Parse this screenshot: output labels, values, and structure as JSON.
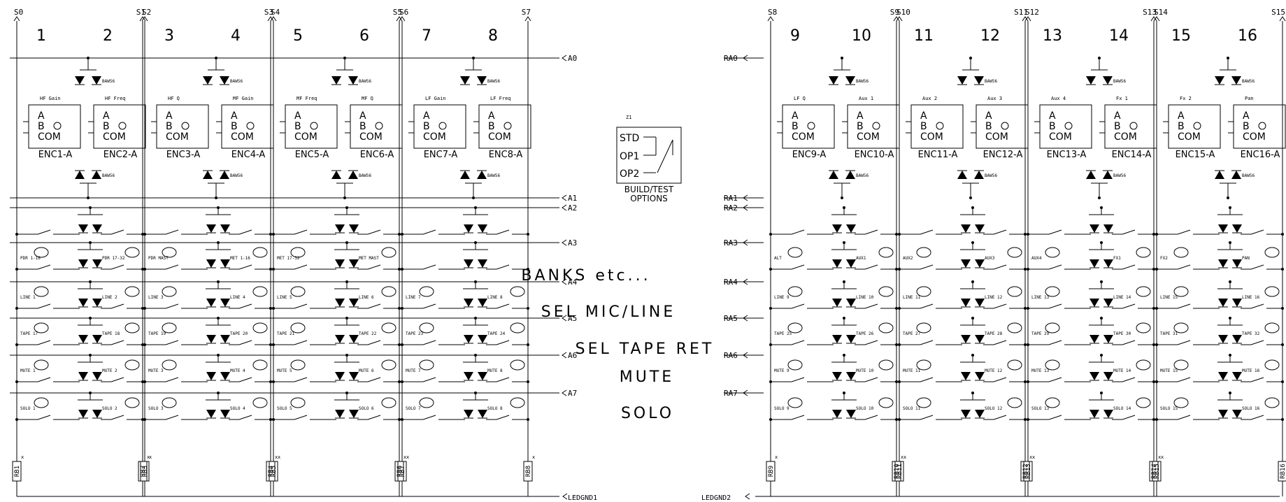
{
  "top_nets": [
    "S0",
    "S1",
    "S2",
    "S3",
    "S4",
    "S5",
    "S6",
    "S7",
    "S8",
    "S9",
    "S10",
    "S11",
    "S12",
    "S13",
    "S14",
    "S15"
  ],
  "channels": [
    "1",
    "2",
    "3",
    "4",
    "5",
    "6",
    "7",
    "8",
    "9",
    "10",
    "11",
    "12",
    "13",
    "14",
    "15",
    "16"
  ],
  "encoders": [
    "ENC1-A",
    "ENC2-A",
    "ENC3-A",
    "ENC4-A",
    "ENC5-A",
    "ENC6-A",
    "ENC7-A",
    "ENC8-A",
    "ENC9-A",
    "ENC10-A",
    "ENC11-A",
    "ENC12-A",
    "ENC13-A",
    "ENC14-A",
    "ENC15-A",
    "ENC16-A"
  ],
  "encoder_functions": [
    "HF Gain",
    "HF Freq",
    "HF Q",
    "MF Gain",
    "MF Freq",
    "MF Q",
    "LF Gain",
    "LF Freq",
    "LF Q",
    "Aux 1",
    "Aux 2",
    "Aux 3",
    "Aux 4",
    "Fx 1",
    "Fx 2",
    "Pan"
  ],
  "encoder_pins": {
    "a": "A",
    "b": "B",
    "com": "COM"
  },
  "left_rows": [
    "A0",
    "A1",
    "A2",
    "A3",
    "A4",
    "A5",
    "A6",
    "A7"
  ],
  "right_rows": [
    "RA0",
    "RA1",
    "RA2",
    "RA3",
    "RA4",
    "RA5",
    "RA6",
    "RA7"
  ],
  "gnd_left": "LEDGND1",
  "gnd_right": "LEDGND2",
  "center_labels": {
    "banks": "BANKS etc...",
    "sel_mic_line": "SEL MIC/LINE",
    "sel_tape_ret": "SEL TAPE RET",
    "mute": "MUTE",
    "solo": "SOLO"
  },
  "options": {
    "ref": "Z1",
    "std": "STD",
    "op1": "OP1",
    "op2": "OP2",
    "caption_1": "BUILD/TEST",
    "caption_2": "OPTIONS"
  },
  "diode_part": "BAW56",
  "row_functions": {
    "ch1": [
      "PDR 1-16",
      "LINE 1",
      "TAPE 17",
      "MUTE 1",
      "SOLO 1"
    ],
    "ch2": [
      "PDR 17-32",
      "LINE 2",
      "TAPE 18",
      "MUTE 2",
      "SOLO 2"
    ],
    "ch3": [
      "PDR MAST",
      "LINE 3",
      "TAPE 19",
      "MUTE 3",
      "SOLO 3"
    ],
    "ch4": [
      "MET 1-16",
      "LINE 4",
      "TAPE 20",
      "MUTE 4",
      "SOLO 4"
    ],
    "ch5": [
      "MET 17-32",
      "LINE 5",
      "TAPE 21",
      "MUTE 5",
      "SOLO 5"
    ],
    "ch6": [
      "MET MAST",
      "LINE 6",
      "TAPE 22",
      "MUTE 6",
      "SOLO 6"
    ],
    "ch7": [
      "",
      "LINE 7",
      "TAPE 23",
      "MUTE 7",
      "SOLO 7"
    ],
    "ch8": [
      "",
      "LINE 8",
      "TAPE 24",
      "MUTE 8",
      "SOLO 8"
    ],
    "ch9": [
      "ALT",
      "LINE 9",
      "TAPE 25",
      "MUTE 9",
      "SOLO 9"
    ],
    "ch10": [
      "AUX1",
      "LINE 10",
      "TAPE 26",
      "MUTE 10",
      "SOLO 10"
    ],
    "ch11": [
      "AUX2",
      "LINE 11",
      "TAPE 27",
      "MUTE 11",
      "SOLO 11"
    ],
    "ch12": [
      "AUX3",
      "LINE 12",
      "TAPE 28",
      "MUTE 12",
      "SOLO 12"
    ],
    "ch13": [
      "AUX4",
      "LINE 13",
      "TAPE 29",
      "MUTE 13",
      "SOLO 13"
    ],
    "ch14": [
      "FX1",
      "LINE 14",
      "TAPE 30",
      "MUTE 14",
      "SOLO 14"
    ],
    "ch15": [
      "FX2",
      "LINE 15",
      "TAPE 31",
      "MUTE 15",
      "SOLO 15"
    ],
    "ch16": [
      "PAN",
      "LINE 16",
      "TAPE 32",
      "MUTE 16",
      "SOLO 16"
    ]
  },
  "resistors": [
    "RB1",
    "RB2",
    "RB3",
    "RB4",
    "RB5",
    "RB6",
    "RB7",
    "RB8",
    "RB9",
    "RB10",
    "RB11",
    "RB12",
    "RB13",
    "RB14",
    "RB15",
    "RB16"
  ]
}
